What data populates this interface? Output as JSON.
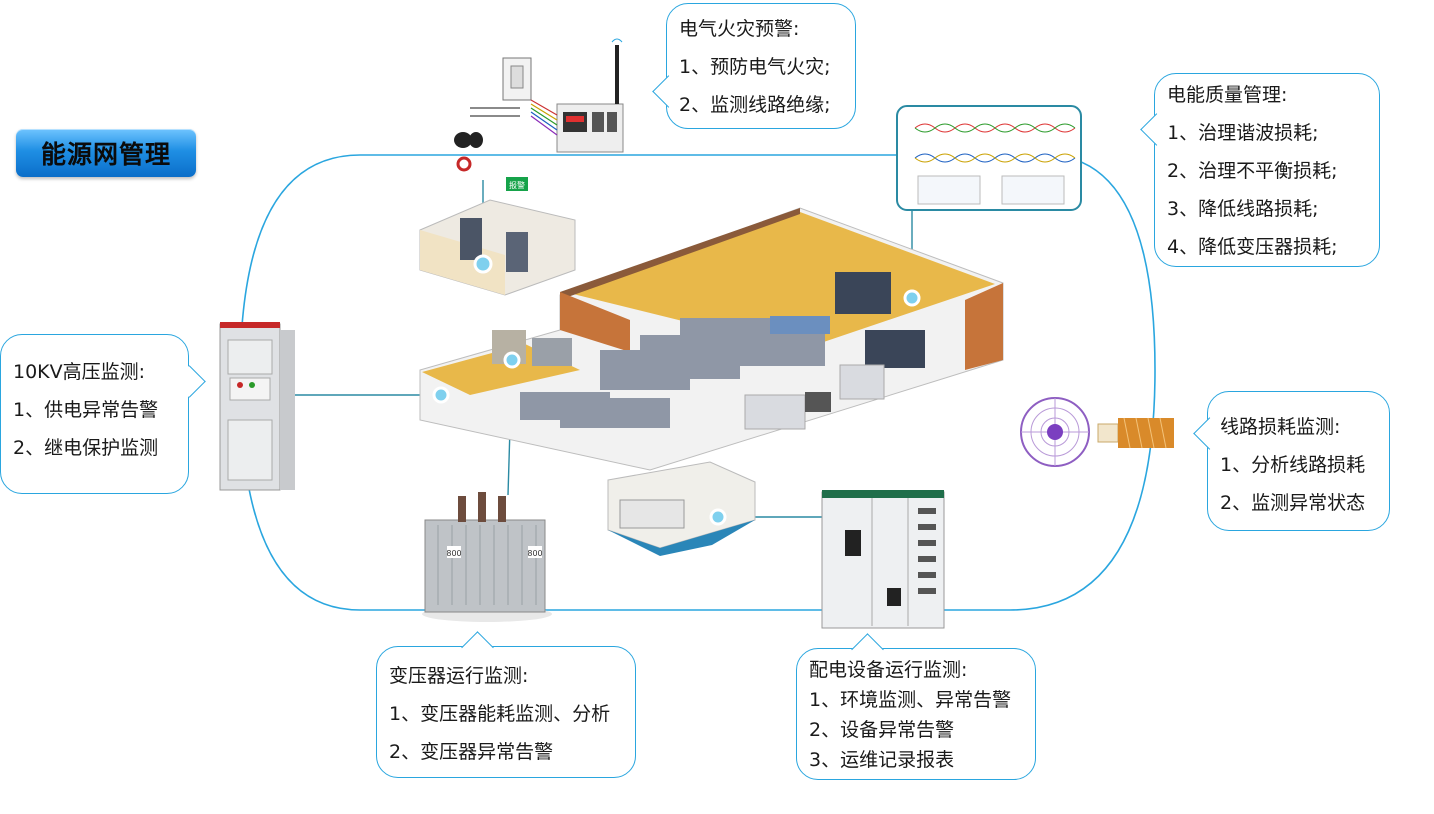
{
  "title": "能源网管理",
  "callouts": {
    "fire": {
      "title": "电气火灾预警:",
      "items": [
        "1、预防电气火灾;",
        "2、监测线路绝缘;"
      ]
    },
    "quality": {
      "title": "电能质量管理:",
      "items": [
        "1、治理谐波损耗;",
        "2、治理不平衡损耗;",
        "3、降低线路损耗;",
        "4、降低变压器损耗;"
      ]
    },
    "highvolt": {
      "title": "10KV高压监测:",
      "items": [
        "1、供电异常告警",
        "2、继电保护监测"
      ]
    },
    "line_loss": {
      "title": "线路损耗监测:",
      "items": [
        "1、分析线路损耗",
        "2、监测异常状态"
      ]
    },
    "transformer": {
      "title": "变压器运行监测:",
      "items": [
        "1、变压器能耗监测、分析",
        "2、变压器异常告警"
      ]
    },
    "distribution": {
      "title": "配电设备运行监测:",
      "items": [
        "1、环境监测、异常告警",
        "2、设备异常告警",
        "3、运维记录报表"
      ]
    }
  },
  "device_labels": {
    "alarm": "报警",
    "transformer_plate": "800"
  },
  "colors": {
    "loop_line": "#2aa6df",
    "floor_wall": "#e8b84a",
    "badge": "#1f8fe4"
  }
}
